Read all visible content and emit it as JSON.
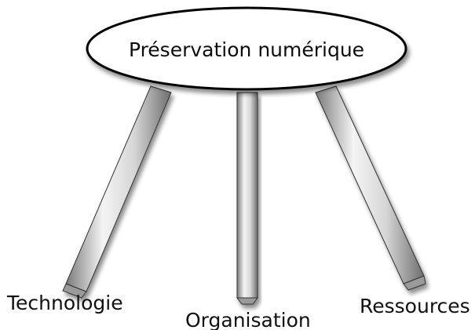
{
  "diagram": {
    "seat": {
      "label": "Préservation numérique"
    },
    "legs": [
      {
        "id": "left",
        "label": "Technologie"
      },
      {
        "id": "middle",
        "label": "Organisation"
      },
      {
        "id": "right",
        "label": "Ressources"
      }
    ]
  },
  "colors": {
    "seat_fill": "#ffffff",
    "outline": "#000000",
    "leg_light": "#f4f4f4",
    "leg_mid": "#c8c8c8",
    "leg_dark": "#7a7a7a",
    "shadow": "#9a9a9a"
  }
}
